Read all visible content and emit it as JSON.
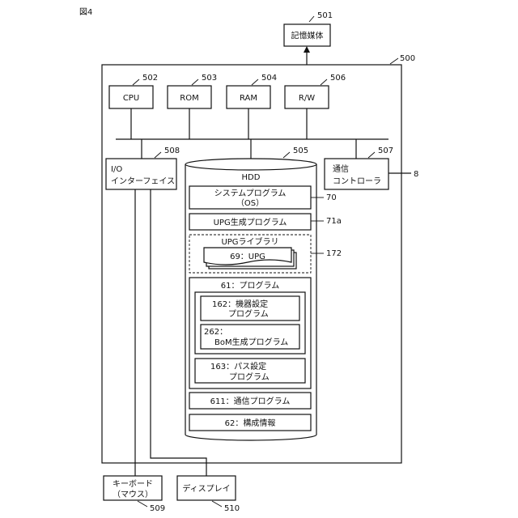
{
  "figure_label": "図4",
  "storage_medium": {
    "label": "記憶媒体",
    "ref": "501"
  },
  "system": {
    "ref": "500"
  },
  "cpu": {
    "label": "CPU",
    "ref": "502"
  },
  "rom": {
    "label": "ROM",
    "ref": "503"
  },
  "ram": {
    "label": "RAM",
    "ref": "504"
  },
  "rw": {
    "label": "R/W",
    "ref": "506"
  },
  "io": {
    "line1": "I/O",
    "line2": "インターフェイス",
    "ref": "508"
  },
  "comm": {
    "line1": "通信",
    "line2": "コントローラ",
    "ref": "507",
    "ext_ref": "8"
  },
  "hdd": {
    "label": "HDD",
    "ref": "505",
    "system_program": {
      "line1": "システムプログラム",
      "line2": "（OS）",
      "ref": "70"
    },
    "upg_program": {
      "label": "UPG生成プログラム",
      "ref": "71a"
    },
    "upg_library": {
      "label": "UPGライブラリ",
      "ref": "172",
      "item": "69：UPG"
    },
    "program": {
      "label": "61：プログラム",
      "device_setting": {
        "line1": "162：機器設定",
        "line2": "プログラム"
      },
      "bom": {
        "line1": "262：",
        "line2": "BoM生成プログラム"
      },
      "path_setting": {
        "line1": "163：パス設定",
        "line2": "プログラム"
      }
    },
    "comm_program": "611：通信プログラム",
    "config_info": "62：構成情報"
  },
  "keyboard": {
    "line1": "キーボード",
    "line2": "（マウス）",
    "ref": "509"
  },
  "display": {
    "label": "ディスプレイ",
    "ref": "510"
  }
}
